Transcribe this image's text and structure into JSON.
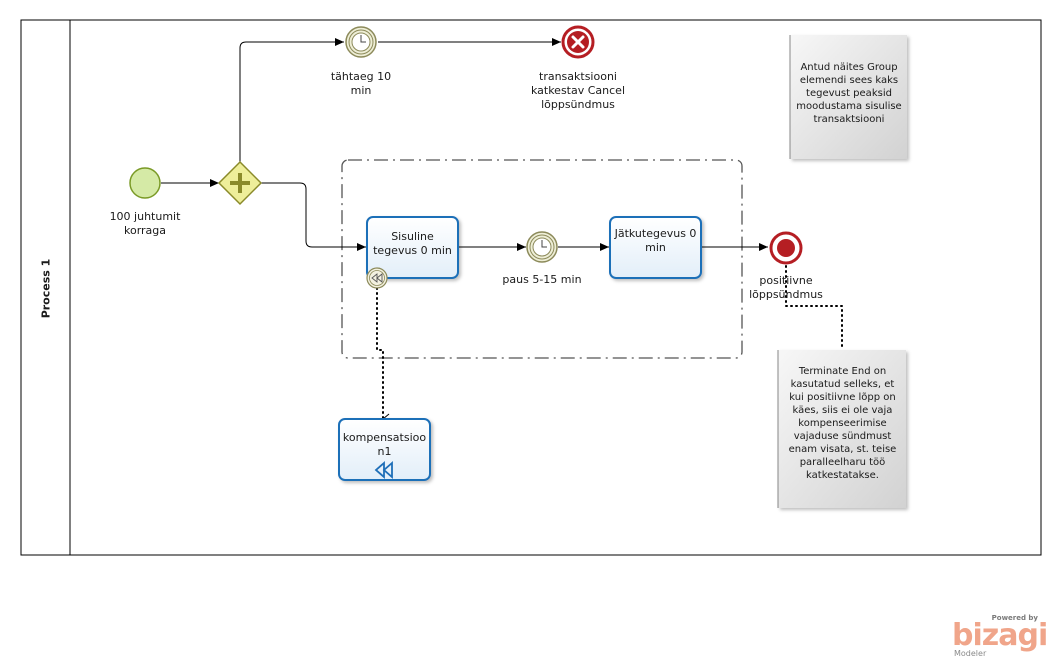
{
  "pool": {
    "label": "Process 1"
  },
  "events": {
    "start": {
      "label": "100 juhtumit\nkorraga"
    },
    "timer_deadline": {
      "label": "tähtaeg 10\nmin"
    },
    "cancel_end": {
      "label": "transaktsiooni\nkatkestav Cancel\nlõppsündmus"
    },
    "timer_pause": {
      "label": "paus 5-15 min"
    },
    "terminate_end": {
      "label": "positiivne\nlõppsündmus"
    }
  },
  "tasks": {
    "main": {
      "label": "Sisuline\ntegevus 0 min"
    },
    "followup": {
      "label": "Jätkutegevus 0\nmin"
    },
    "compensation": {
      "label": "kompensatsioo\nn1"
    }
  },
  "annotations": {
    "group_note": {
      "text": "Antud näites Group\nelemendi sees kaks\ntegevust peaksid\nmoodustama sisulise\ntransaktsiooni"
    },
    "terminate_note": {
      "text": "Terminate End on\nkasutatud selleks, et\nkui positiivne lõpp on\nkäes, siis ei ole vaja\nkompenseerimise\nvajaduse sündmust\nenam visata, st. teise\nparalleelharu töö\nkatkestatakse."
    }
  },
  "branding": {
    "powered_by": "Powered by",
    "logo": "bizagi",
    "product": "Modeler"
  },
  "colors": {
    "task_border": "#1f6fb8",
    "start_fill": "#d5eaa6",
    "start_border": "#7a9a26",
    "gateway_fill": "#eeee9a",
    "gateway_border": "#8a8a2a",
    "end_red": "#b51e23",
    "timer_border": "#8c8a5a"
  }
}
